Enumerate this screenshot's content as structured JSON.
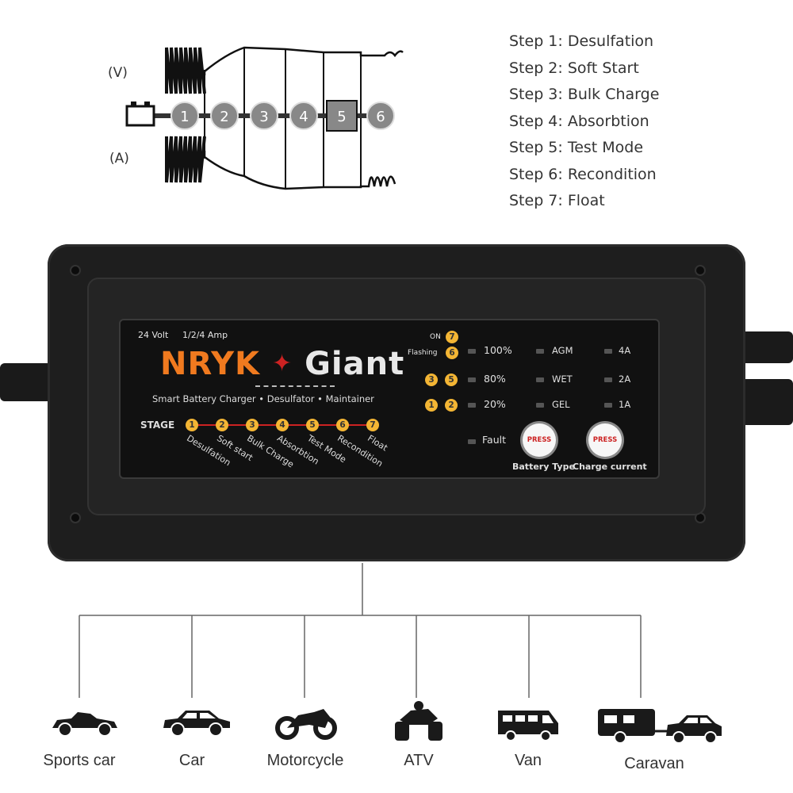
{
  "diagram": {
    "voltage_label": "(V)",
    "current_label": "(A)",
    "stage_numbers": [
      "1",
      "2",
      "3",
      "4",
      "5",
      "6"
    ]
  },
  "steps": [
    "Step 1: Desulfation",
    "Step 2: Soft Start",
    "Step 3: Bulk Charge",
    "Step 4: Absorbtion",
    "Step 5: Test Mode",
    "Step 6: Recondition",
    "Step 7: Float"
  ],
  "charger": {
    "voltage": "24 Volt",
    "amperage": "1/2/4 Amp",
    "brand_part1": "NRYK",
    "brand_part2": "Giant",
    "tagline": "Smart Battery Charger • Desulfator • Maintainer",
    "stage_label": "STAGE",
    "stages": [
      {
        "num": "1",
        "name": "Desulfation"
      },
      {
        "num": "2",
        "name": "Soft start"
      },
      {
        "num": "3",
        "name": "Bulk Charge"
      },
      {
        "num": "4",
        "name": "Absorbtion"
      },
      {
        "num": "5",
        "name": "Test Mode"
      },
      {
        "num": "6",
        "name": "Recondition"
      },
      {
        "num": "7",
        "name": "Float"
      }
    ],
    "indicator": {
      "on_label": "ON",
      "flashing_label": "Flashing",
      "on_num": "7",
      "flashing_num": "6",
      "row2_nums": [
        "3",
        "5"
      ],
      "row3_nums": [
        "1",
        "2"
      ]
    },
    "levels": [
      "100%",
      "80%",
      "20%"
    ],
    "battery_types": [
      "AGM",
      "WET",
      "GEL"
    ],
    "currents": [
      "4A",
      "2A",
      "1A"
    ],
    "fault_label": "Fault",
    "press_label": "PRESS",
    "battery_type_label": "Battery Type",
    "charge_current_label": "Charge current",
    "colors": {
      "brand_orange": "#f07a1f",
      "badge_yellow": "#f3b534",
      "accent_red": "#cc2222"
    }
  },
  "vehicles": [
    {
      "label": "Sports car",
      "icon": "sports-car-icon"
    },
    {
      "label": "Car",
      "icon": "car-icon"
    },
    {
      "label": "Motorcycle",
      "icon": "motorcycle-icon"
    },
    {
      "label": "ATV",
      "icon": "atv-icon"
    },
    {
      "label": "Van",
      "icon": "van-icon"
    },
    {
      "label": "Caravan",
      "icon": "caravan-icon"
    }
  ]
}
